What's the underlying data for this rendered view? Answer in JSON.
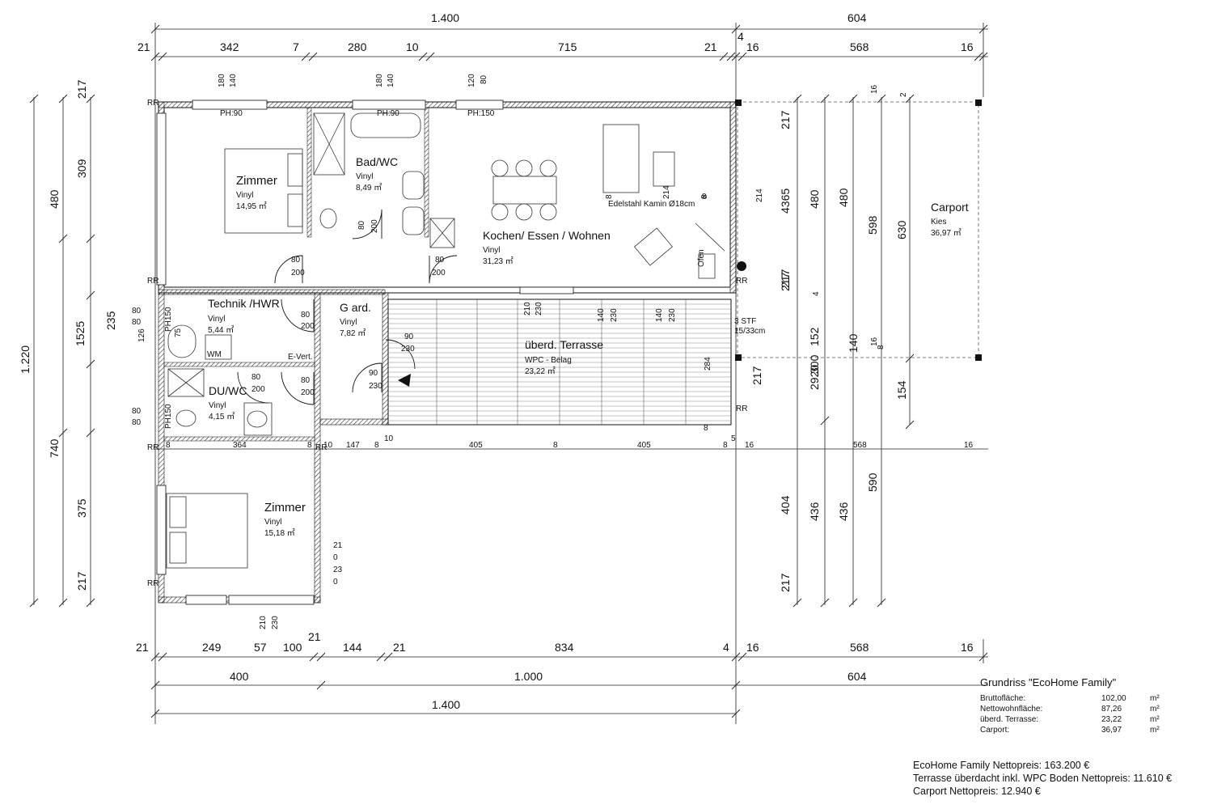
{
  "plan": {
    "rooms": [
      {
        "id": "zimmer1",
        "name": "Zimmer",
        "floor": "Vinyl",
        "area": "14,95 ㎡"
      },
      {
        "id": "bad",
        "name": "Bad/WC",
        "floor": "Vinyl",
        "area": "8,49 ㎡"
      },
      {
        "id": "kochen",
        "name": "Kochen/ Essen / Wohnen",
        "floor": "Vinyl",
        "area": "31,23 ㎡"
      },
      {
        "id": "carport",
        "name": "Carport",
        "floor": "Kies",
        "area": "36,97 ㎡"
      },
      {
        "id": "technik",
        "name": "Technik /HWR",
        "floor": "Vinyl",
        "area": "5,44 ㎡"
      },
      {
        "id": "garderobe",
        "name": "G ard.",
        "floor": "Vinyl",
        "area": "7,82 ㎡"
      },
      {
        "id": "terrasse",
        "name": "überd. Terrasse",
        "floor": "WPC - Belag",
        "area": "23,22 ㎡"
      },
      {
        "id": "duwc",
        "name": "DU/WC",
        "floor": "Vinyl",
        "area": "4,15 ㎡"
      },
      {
        "id": "zimmer2",
        "name": "Zimmer",
        "floor": "Vinyl",
        "area": "15,18 ㎡"
      }
    ],
    "annotations": [
      "PH:90",
      "PH:90",
      "PH:150",
      "PH150",
      "PH150",
      "RR",
      "RR",
      "RR",
      "RR",
      "RR",
      "RR",
      "RR",
      "WM",
      "E-Vert.",
      "Edelstahl Kamin Ø18cm",
      "3 STF",
      "15/33cm",
      "Ofen"
    ],
    "top_dims_total": [
      "1.400",
      "604"
    ],
    "top_dims_segments": [
      "21",
      "342",
      "7",
      "280",
      "10",
      "715",
      "21",
      "4",
      "16",
      "568",
      "16"
    ],
    "bottom_dims_segments": [
      "21",
      "249",
      "57",
      "100",
      "21",
      "144",
      "21",
      "834",
      "4",
      "16",
      "568",
      "16"
    ],
    "bottom_dims_totals": [
      "400",
      "1.000",
      "604"
    ],
    "bottom_dims_overall": "1.400",
    "left_dims_total": "1.220",
    "left_dims_mid": [
      "480",
      "1525",
      "740"
    ],
    "left_dims_parts": [
      "217",
      "309",
      "235",
      "375",
      "217"
    ],
    "misc_dims": [
      "180",
      "140",
      "180",
      "140",
      "120",
      "80",
      "80",
      "200",
      "80",
      "200",
      "80",
      "200",
      "80",
      "80",
      "126",
      "75",
      "80",
      "200",
      "90",
      "230",
      "90",
      "230",
      "80",
      "200",
      "80",
      "200",
      "80",
      "80",
      "8",
      "364",
      "8",
      "10",
      "147",
      "8",
      "10",
      "405",
      "8",
      "405",
      "8",
      "5",
      "16",
      "568",
      "16",
      "21",
      "0",
      "23",
      "0",
      "210",
      "230",
      "210",
      "230",
      "140",
      "230",
      "140",
      "230",
      "284",
      "214",
      "214",
      "8",
      "8",
      "4365",
      "480",
      "480",
      "598",
      "630",
      "217",
      "4",
      "217",
      "152",
      "300",
      "140",
      "16",
      "8",
      "2920",
      "217",
      "154",
      "404",
      "436",
      "436",
      "590",
      "217",
      "16",
      "2",
      "217",
      "8",
      "8"
    ]
  },
  "summary": {
    "title": "Grundriss \"EcoHome Family\"",
    "rows": [
      {
        "label": "Bruttofläche:",
        "value": "102,00",
        "unit": "m²"
      },
      {
        "label": "Nettowohnfläche:",
        "value": "87,26",
        "unit": "m²"
      },
      {
        "label": "überd. Terrasse:",
        "value": "23,22",
        "unit": "m²"
      },
      {
        "label": "Carport:",
        "value": "36,97",
        "unit": "m²"
      }
    ]
  },
  "prices": [
    "EcoHome Family Nettopreis: 163.200 €",
    "Terrasse überdacht inkl. WPC Boden Nettopreis: 11.610 €",
    "Carport Nettopreis: 12.940 €"
  ]
}
